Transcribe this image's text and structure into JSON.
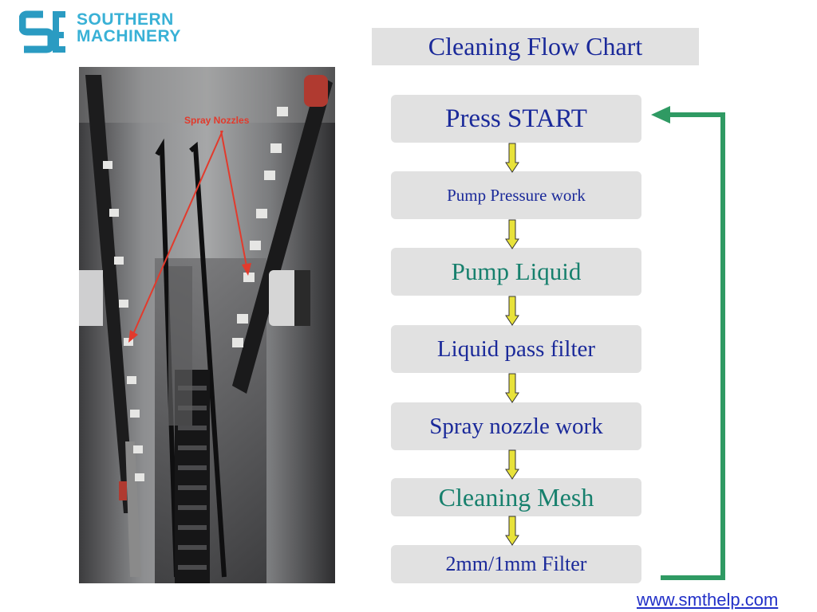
{
  "logo": {
    "line1": "SOUTHERN",
    "line2": "MACHINERY",
    "mark_icon": "sm-logo-icon",
    "mark_color": "#2a9bc2",
    "text_color": "#39b1d6"
  },
  "title": "Cleaning Flow Chart",
  "photo": {
    "annotation": "Spray Nozzles"
  },
  "steps": [
    {
      "label": "Press START"
    },
    {
      "label": "Pump Pressure work"
    },
    {
      "label": "Pump Liquid"
    },
    {
      "label": "Liquid pass filter"
    },
    {
      "label": "Spray  nozzle work"
    },
    {
      "label": "Cleaning Mesh"
    },
    {
      "label": "2mm/1mm Filter"
    }
  ],
  "colors": {
    "title_text": "#1b2a9a",
    "teal_text": "#17806d",
    "box_fill": "#e1e1e1",
    "arrow_fill": "#e8e23a",
    "loop_arrow": "#2f9a63",
    "link": "#2230c8"
  },
  "footer": {
    "url": "www.smthelp.com"
  }
}
